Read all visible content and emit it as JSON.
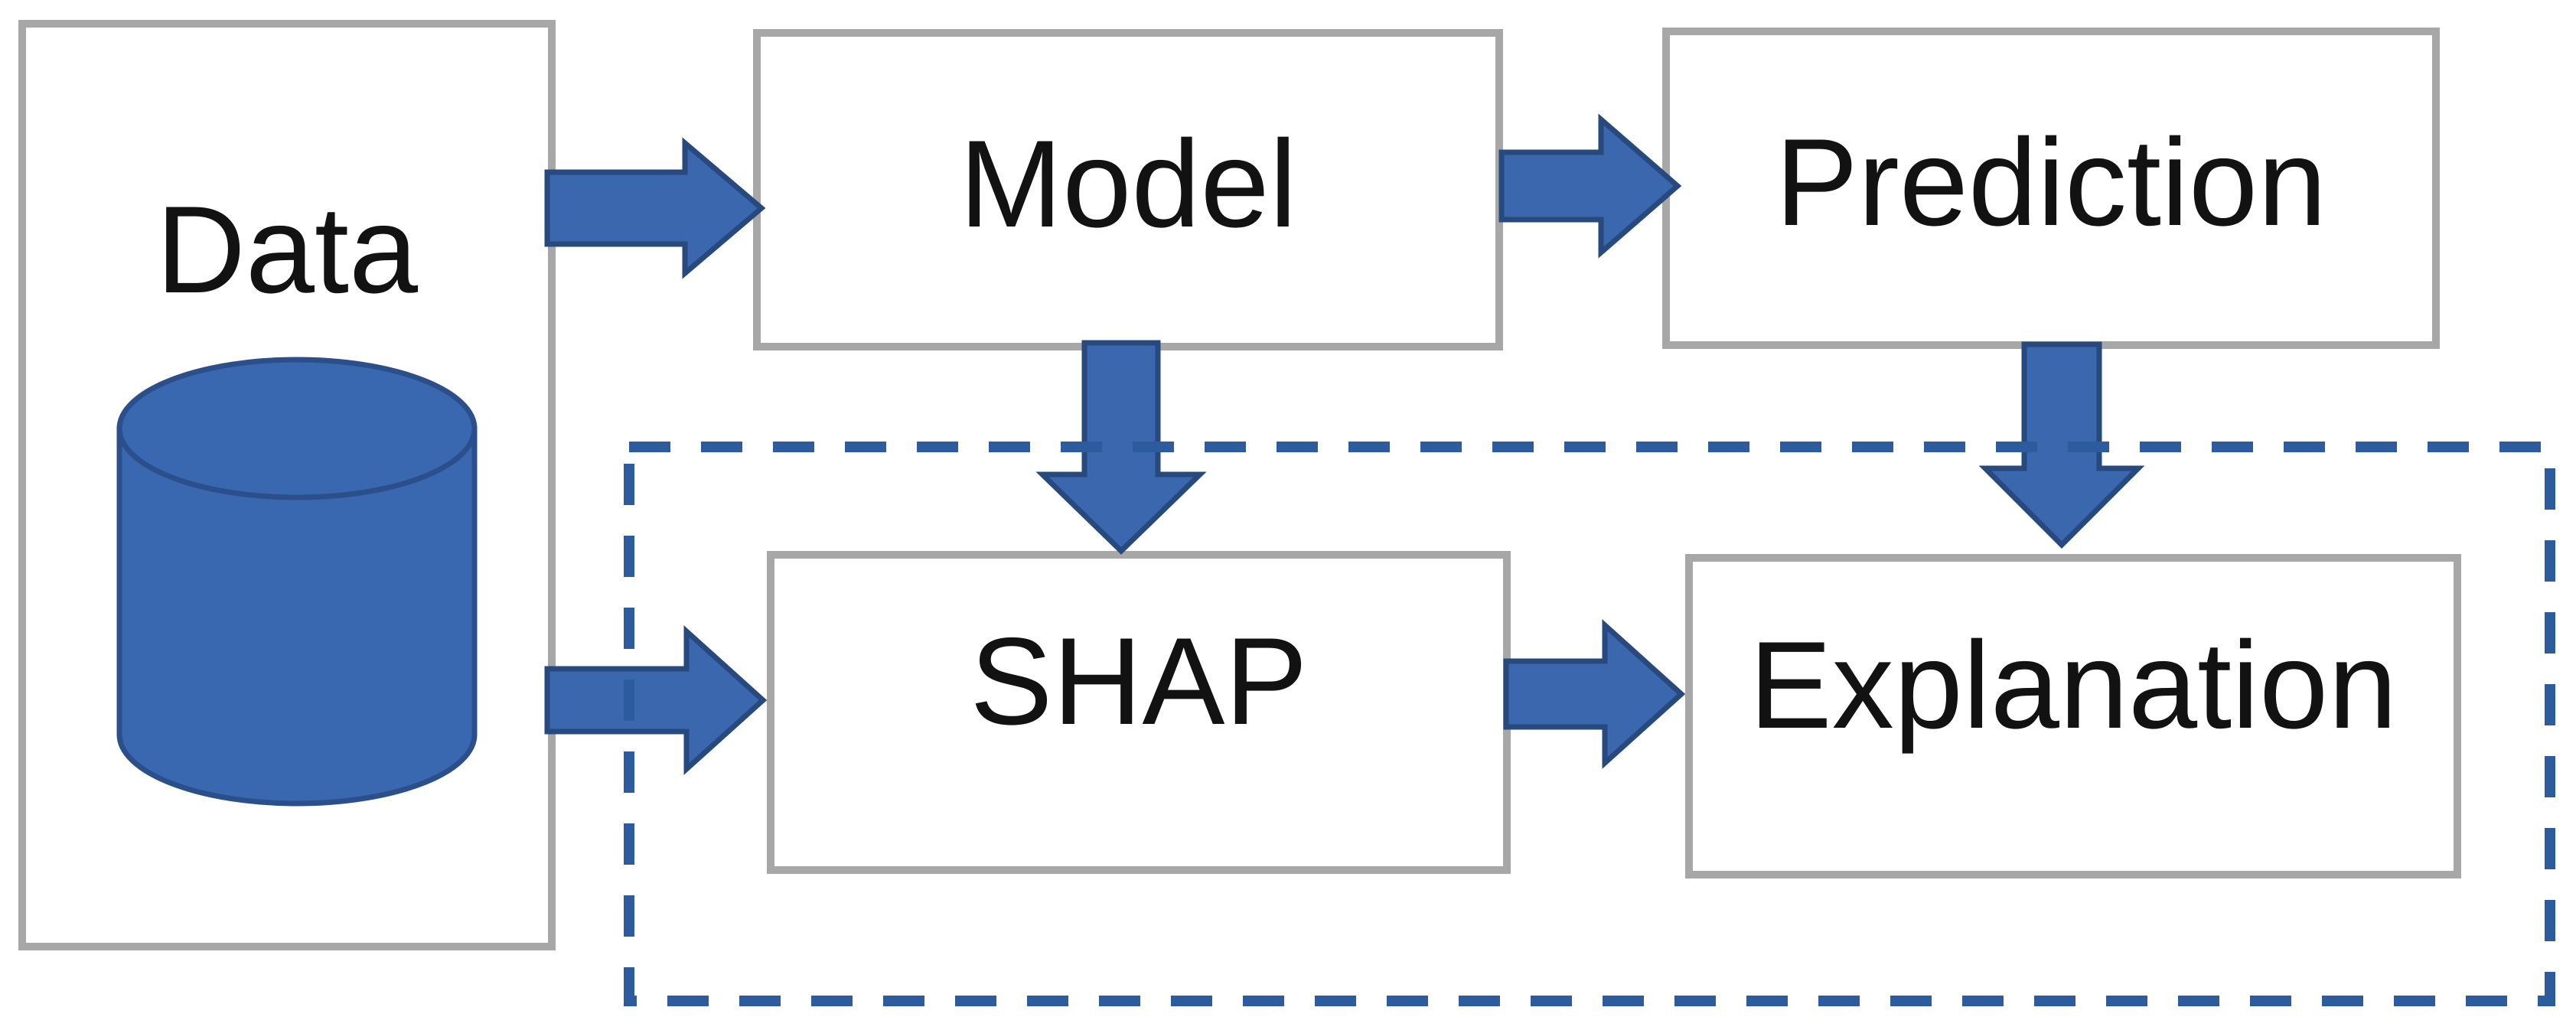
{
  "diagram": {
    "nodes": {
      "data": {
        "label": "Data",
        "icon": "database-cylinder-icon"
      },
      "model": {
        "label": "Model"
      },
      "prediction": {
        "label": "Prediction"
      },
      "shap": {
        "label": "SHAP"
      },
      "explanation": {
        "label": "Explanation"
      }
    },
    "edges": [
      {
        "from": "data",
        "to": "model"
      },
      {
        "from": "model",
        "to": "prediction"
      },
      {
        "from": "model",
        "to": "shap"
      },
      {
        "from": "prediction",
        "to": "explanation"
      },
      {
        "from": "data",
        "to": "shap"
      },
      {
        "from": "shap",
        "to": "explanation"
      }
    ],
    "colors": {
      "shape_fill": "#3a67ae",
      "shape_border": "#27497e",
      "cylinder_fill": "#3a68b0",
      "cylinder_border": "#2b4f8a",
      "box_border": "#a7a7a7",
      "box_fill": "#ffffff",
      "dashed_border": "#2d5c9e",
      "text": "#121212",
      "background": "#ffffff"
    }
  }
}
